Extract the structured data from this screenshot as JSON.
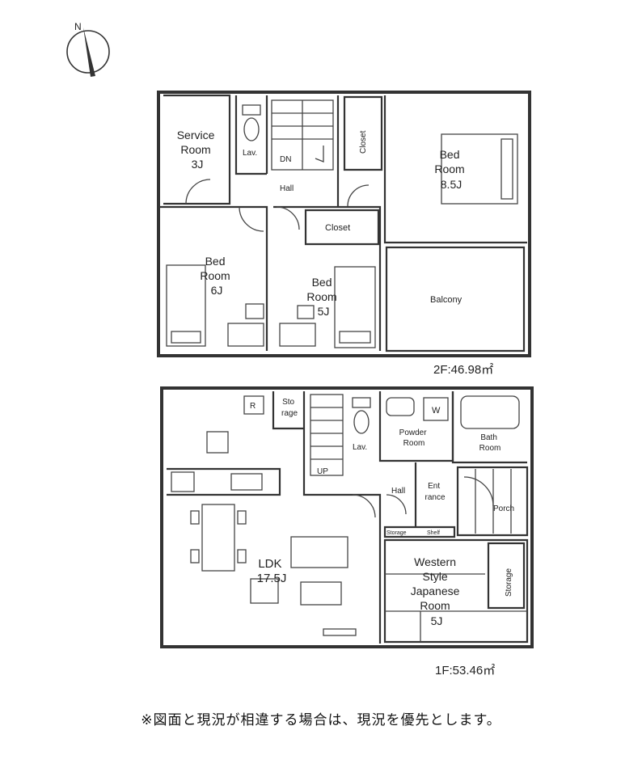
{
  "compass": {
    "north_label": "N"
  },
  "floor2": {
    "area_label": "2F:46.98㎡",
    "rooms": {
      "service_room": [
        "Service",
        "Room",
        "3J"
      ],
      "lav": "Lav.",
      "dn": "DN",
      "hall": "Hall",
      "closet_vertical": "Closet",
      "bed_85": [
        "Bed",
        "Room",
        "8.5J"
      ],
      "bed_6": [
        "Bed",
        "Room",
        "6J"
      ],
      "closet": "Closet",
      "bed_5": [
        "Bed",
        "Room",
        "5J"
      ],
      "balcony": "Balcony"
    }
  },
  "floor1": {
    "area_label": "1F:53.46㎡",
    "rooms": {
      "fridge": "R",
      "storage": [
        "Sto",
        "rage"
      ],
      "lav": "Lav.",
      "up": "UP",
      "washer": "W",
      "powder_room": [
        "Powder",
        "Room"
      ],
      "bath_room": [
        "Bath",
        "Room"
      ],
      "hall": "Hall",
      "entrance": [
        "Ent",
        "rance"
      ],
      "porch": "Porch",
      "shelf_storage": "Storage",
      "shelf": "Shelf",
      "ldk": [
        "LDK",
        "17.5J"
      ],
      "western": [
        "Western",
        "Style",
        "Japanese",
        "Room",
        "5J"
      ],
      "storage_vertical": "Storage"
    }
  },
  "disclaimer": "※図面と現況が相違する場合は、現況を優先とします。"
}
